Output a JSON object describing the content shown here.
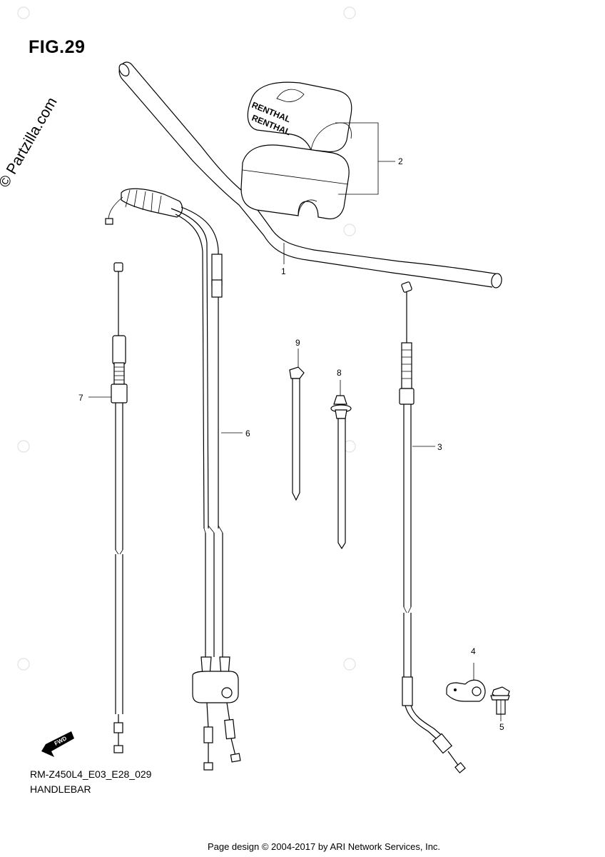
{
  "figure": {
    "title": "FIG.29"
  },
  "model_code": "RM-Z450L4_E03_E28_029",
  "section_name": "HANDLEBAR",
  "footer": "Page design © 2004-2017 by ARI Network Services, Inc.",
  "watermark": "© Partzilla.com",
  "brand_text": "RENTHAL",
  "fwd_label": "FWD",
  "callouts": [
    "1",
    "2",
    "3",
    "4",
    "5",
    "6",
    "7",
    "8",
    "9"
  ]
}
